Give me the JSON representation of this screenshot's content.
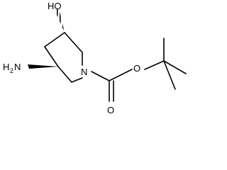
{
  "molecule": {
    "labels": {
      "hydroxyl": "HO",
      "amine_main": "H",
      "amine_sub": "2",
      "amine_n": "N",
      "ring_nitrogen": "N",
      "ester_oxygen": "O",
      "carbonyl_oxygen": "O"
    },
    "colors": {
      "bond": "#000000",
      "background": "#ffffff"
    }
  }
}
